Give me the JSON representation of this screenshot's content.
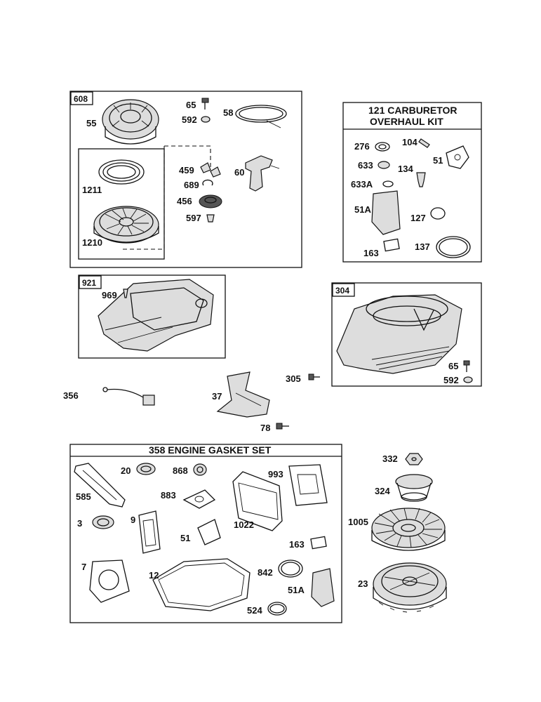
{
  "groups": {
    "g608": "608",
    "g921": "921",
    "g304": "304",
    "carb_title_line1": "121  CARBURETOR",
    "carb_title_line2": "OVERHAUL  KIT",
    "gasket_title": "358  ENGINE  GASKET  SET"
  },
  "labels": {
    "p55": "55",
    "p65a": "65",
    "p592a": "592",
    "p58": "58",
    "p1211": "1211",
    "p1210": "1210",
    "p459": "459",
    "p689": "689",
    "p456": "456",
    "p597": "597",
    "p60": "60",
    "p276": "276",
    "p104": "104",
    "p51c": "51",
    "p633": "633",
    "p134": "134",
    "p633A": "633A",
    "p51Ac": "51A",
    "p127": "127",
    "p163c": "163",
    "p137": "137",
    "p969": "969",
    "p65b": "65",
    "p592b": "592",
    "p305": "305",
    "p356": "356",
    "p37": "37",
    "p78": "78",
    "p20": "20",
    "p868": "868",
    "p993": "993",
    "p585": "585",
    "p883": "883",
    "p3": "3",
    "p9": "9",
    "p1022": "1022",
    "p51g": "51",
    "p163g": "163",
    "p7": "7",
    "p12": "12",
    "p842": "842",
    "p51Ag": "51A",
    "p524": "524",
    "p332": "332",
    "p324": "324",
    "p1005": "1005",
    "p23": "23"
  }
}
